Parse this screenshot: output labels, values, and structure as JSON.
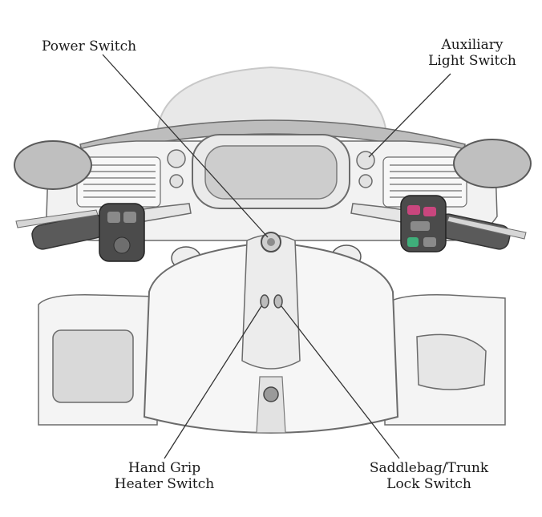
{
  "callouts": {
    "power": {
      "line1": "Power Switch"
    },
    "auxiliary": {
      "line1": "Auxiliary",
      "line2": "Light Switch"
    },
    "hand_grip": {
      "line1": "Hand Grip",
      "line2": "Heater Switch"
    },
    "saddlebag": {
      "line1": "Saddlebag/Trunk",
      "line2": "Lock Switch"
    }
  },
  "colors": {
    "outline": "#6b6b6b",
    "body_fill": "#f4f4f4",
    "shade": "#d7d7d7",
    "windshield": "#e6e6e6",
    "display": "#cfcfcf",
    "control_dark": "#4a4a4a",
    "button_pink": "#c9467e",
    "button_green": "#3fae7a",
    "leader": "#333333"
  }
}
